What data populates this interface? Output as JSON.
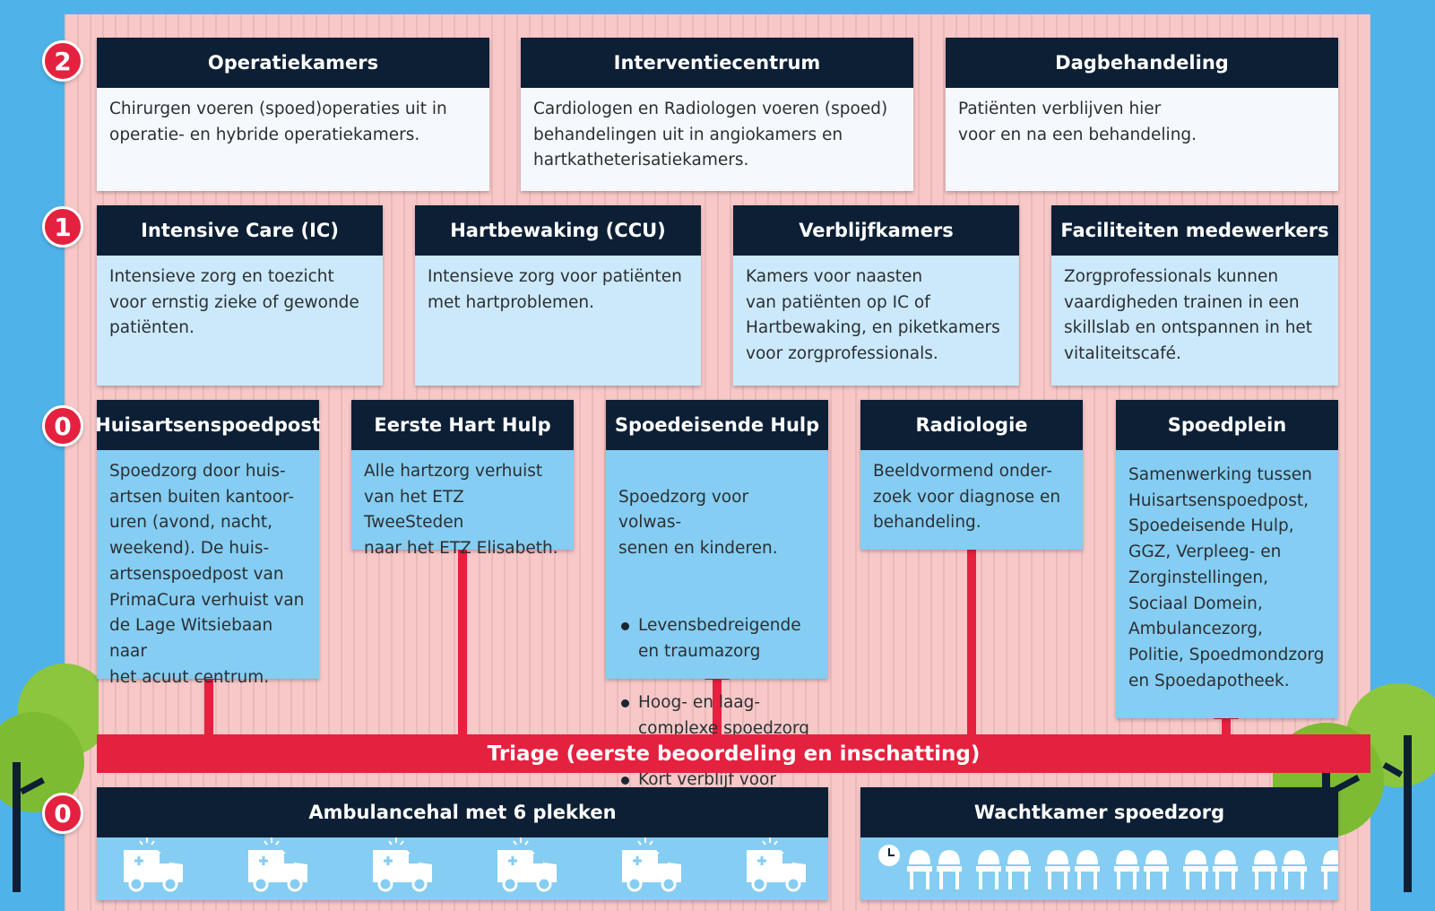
{
  "colors": {
    "sky": "#4fb3ea",
    "building": "#f8c8c8",
    "header": "#0c1f35",
    "accent_red": "#e4213f",
    "card_light": "#f5f8fc",
    "card_mid": "#cbe9fb",
    "card_blue": "#85cdf2",
    "tree_green": "#8cc63f",
    "trunk": "#0c1f35"
  },
  "floors": {
    "floor2_label": "2",
    "floor1_label": "1",
    "floor0_label": "0",
    "ground_label": "0"
  },
  "floor2": [
    {
      "title": "Operatiekamers",
      "text": "Chirurgen voeren (spoed)operaties uit in\noperatie- en hybride operatiekamers."
    },
    {
      "title": "Interventiecentrum",
      "text": "Cardiologen en Radiologen voeren (spoed)\nbehandelingen uit in angiokamers en\nhartkatheterisatiekamers."
    },
    {
      "title": "Dagbehandeling",
      "text": "Patiënten verblijven hier\nvoor en na een behandeling."
    }
  ],
  "floor1": [
    {
      "title": "Intensive Care (IC)",
      "text": "Intensieve zorg en toezicht\nvoor ernstig zieke of gewonde\npatiënten."
    },
    {
      "title": "Hartbewaking (CCU)",
      "text": "Intensieve zorg voor patiënten\nmet hartproblemen."
    },
    {
      "title": "Verblijfkamers",
      "text": "Kamers voor naasten\nvan patiënten op IC of\nHartbewaking, en piketkamers\nvoor zorgprofessionals."
    },
    {
      "title": "Faciliteiten medewerkers",
      "text": "Zorgprofessionals kunnen\nvaardigheden trainen in een\nskillslab en ontspannen in het\nvitaliteitscafé."
    }
  ],
  "floor0": [
    {
      "title": "Huisartsenspoedpost",
      "text": "Spoedzorg door huis-\nartsen buiten kantoor-\nuren (avond, nacht,\nweekend). De huis-\nartsenspoedpost van\nPrimaCura verhuist van\nde Lage Witsiebaan naar\nhet acuut centrum."
    },
    {
      "title": "Eerste Hart Hulp",
      "text": "Alle hartzorg verhuist\nvan het ETZ TweeSteden\nnaar het ETZ Elisabeth."
    },
    {
      "title": "Spoedeisende Hulp",
      "text": "Spoedzorg voor volwas-\nsenen en kinderen.",
      "bullets": [
        "Levensbedreigende\nen traumazorg",
        "Hoog- en laag-\ncomplexe spoedzorg",
        "Kort verblijf voor\nacute spoedgevallen"
      ]
    },
    {
      "title": "Radiologie",
      "text": "Beeldvormend onder-\nzoek voor diagnose en\nbehandeling."
    },
    {
      "title": "Spoedplein",
      "text": "Samenwerking tussen\nHuisartsenspoedpost,\nSpoedeisende Hulp,\nGGZ, Verpleeg- en\nZorginstellingen,\nSociaal Domein,\nAmbulancezorg,\nPolitie, Spoedmondzorg\nen Spoedapotheek."
    }
  ],
  "triage": "Triage (eerste beoordeling en inschatting)",
  "ground": [
    {
      "title": "Ambulancehal met 6 plekken",
      "icon": "ambulance-icon",
      "icon_count": 6
    },
    {
      "title": "Wachtkamer spoedzorg",
      "icon": "chair-icon",
      "icon_count": 14,
      "extra_icon": "clock-icon"
    }
  ]
}
